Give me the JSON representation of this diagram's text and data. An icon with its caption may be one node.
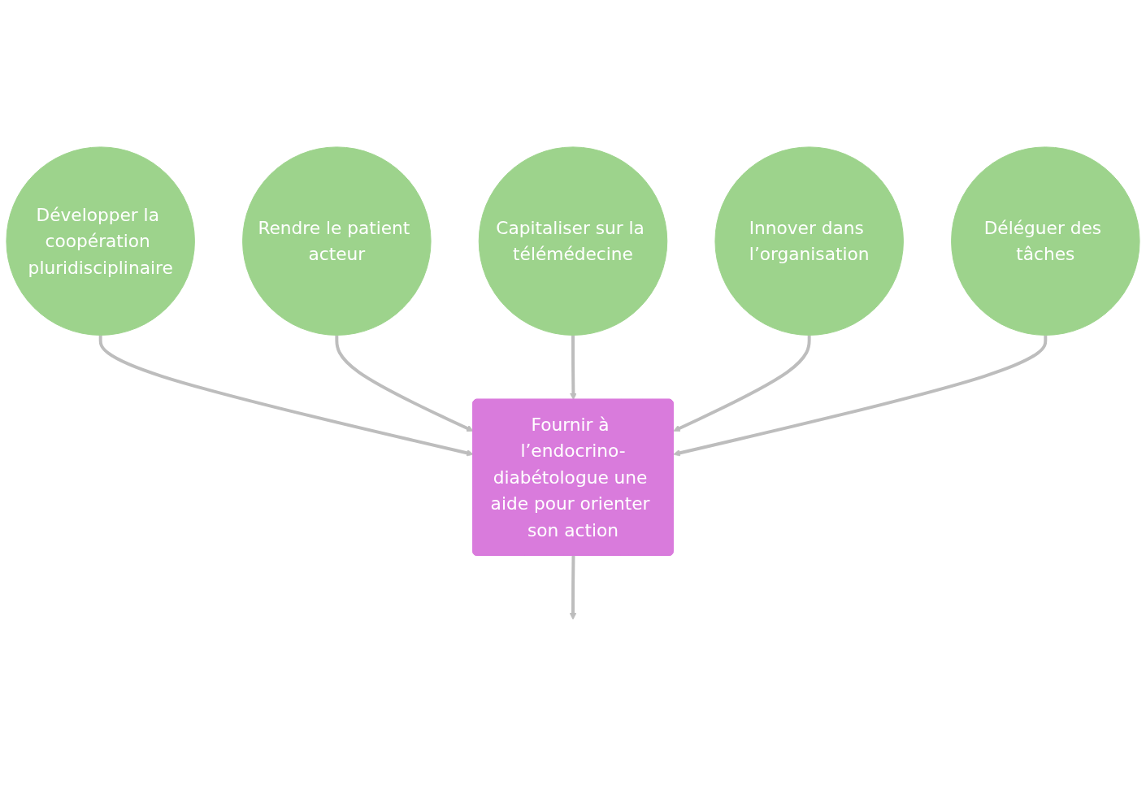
{
  "diagram": {
    "nodes": [
      {
        "text": [
          "Développer la coopération pluridisciplinaire"
        ]
      },
      {
        "text": [
          "Rendre le patient acteur"
        ]
      },
      {
        "text": [
          "Capitaliser sur la télémédecine"
        ]
      },
      {
        "text": [
          "Fournir à l’endocrino-diabétologue une aide pour orienter son action"
        ]
      },
      {
        "text": [
          "Innover dans l’organisation"
        ]
      },
      {
        "text": [
          "Déléguer des tâches"
        ]
      }
    ],
    "edges": [
      {
        "from": 0,
        "to": 3,
        "arrow": "to"
      },
      {
        "from": 1,
        "to": 3,
        "arrow": "to"
      },
      {
        "from": 2,
        "to": 3,
        "arrow": "to"
      },
      {
        "from": 4,
        "to": 3,
        "arrow": "to"
      },
      {
        "from": 5,
        "to": 3,
        "arrow": "to"
      },
      {
        "from": 3,
        "to": null,
        "arrow": "to"
      }
    ]
  }
}
